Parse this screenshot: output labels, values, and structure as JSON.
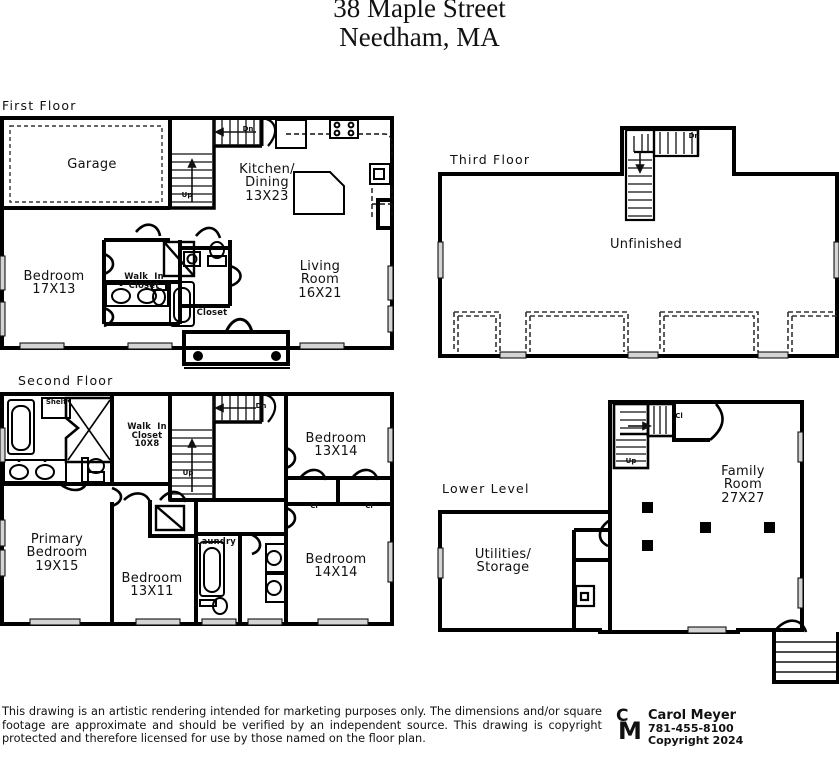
{
  "title": {
    "line1": "38 Maple Street",
    "line2": "Needham, MA"
  },
  "floors": [
    {
      "key": "first_floor",
      "caption": "First Floor",
      "rooms": [
        {
          "name": "Garage",
          "label": "Garage"
        },
        {
          "name": "Kitchen/Dining",
          "label": "Kitchen/\nDining\n13X23"
        },
        {
          "name": "Bedroom",
          "label": "Bedroom\n17X13"
        },
        {
          "name": "Living Room",
          "label": "Living\nRoom\n16X21"
        },
        {
          "name": "Walk In Closet",
          "label": "Walk  In\nCloset"
        },
        {
          "name": "Closet",
          "label": "Closet"
        }
      ],
      "stair_markers": [
        "Up",
        "Dn"
      ],
      "fixture_labels": [
        "W/D"
      ]
    },
    {
      "key": "second_floor",
      "caption": "Second Floor",
      "rooms": [
        {
          "name": "Primary Bedroom",
          "label": "Primary\nBedroom\n19X15"
        },
        {
          "name": "Bedroom 13X11",
          "label": "Bedroom\n13X11"
        },
        {
          "name": "Bedroom 13X14",
          "label": "Bedroom\n13X14"
        },
        {
          "name": "Bedroom 14X14",
          "label": "Bedroom\n14X14"
        },
        {
          "name": "Walk In Closet",
          "label": "Walk  In\nCloset\n10X8"
        },
        {
          "name": "Laundry",
          "label": "Laundry"
        },
        {
          "name": "Shelf",
          "label": "Shelf"
        },
        {
          "name": "Closet A",
          "label": "Cl"
        },
        {
          "name": "Closet B",
          "label": "Cl"
        }
      ],
      "stair_markers": [
        "Up",
        "Dn"
      ],
      "fixture_labels": [
        "W/D"
      ]
    },
    {
      "key": "third_floor",
      "caption": "Third Floor",
      "rooms": [
        {
          "name": "Unfinished",
          "label": "Unfinished"
        }
      ],
      "stair_markers": [
        "Dn"
      ],
      "fixture_labels": []
    },
    {
      "key": "lower_level",
      "caption": "Lower Level",
      "rooms": [
        {
          "name": "Family Room",
          "label": "Family\nRoom\n27X27"
        },
        {
          "name": "Utilities/Storage",
          "label": "Utilities/\nStorage"
        },
        {
          "name": "Closet",
          "label": "Cl"
        }
      ],
      "stair_markers": [
        "Up"
      ],
      "fixture_labels": []
    }
  ],
  "labels": {
    "first_floor_caption": "First Floor",
    "second_floor_caption": "Second Floor",
    "third_floor_caption": "Third Floor",
    "lower_level_caption": "Lower Level",
    "garage": "Garage",
    "kitchen_dining": "Kitchen/\nDining\n13X23",
    "ff_bedroom": "Bedroom\n17X13",
    "living_room": "Living\nRoom\n16X21",
    "ff_walk_in_closet": "Walk  In\nCloset",
    "ff_closet": "Closet",
    "ff_up": "Up",
    "ff_dn": "Dn",
    "ff_wd": "W/D",
    "sf_primary_bedroom": "Primary\nBedroom\n19X15",
    "sf_bedroom_13x11": "Bedroom\n13X11",
    "sf_bedroom_13x14": "Bedroom\n13X14",
    "sf_bedroom_14x14": "Bedroom\n14X14",
    "sf_walk_in_closet": "Walk  In\nCloset\n10X8",
    "sf_laundry": "Laundry",
    "sf_shelf": "Shelf",
    "sf_closet_a": "Cl",
    "sf_closet_b": "Cl",
    "sf_up": "Up",
    "sf_dn": "Dn",
    "sf_wd": "W/D",
    "tf_unfinished": "Unfinished",
    "tf_dn": "Dn",
    "ll_family_room": "Family\nRoom\n27X27",
    "ll_utilities_storage": "Utilities/\nStorage",
    "ll_closet": "Cl",
    "ll_up": "Up"
  },
  "footer": {
    "disclaimer": "This drawing is an artistic rendering intended for marketing purposes only.  The dimensions and/or square footage are approximate and should be verified by an independent source. This drawing is copyright protected and therefore licensed for use by those named on the floor plan.",
    "logo_monogram_top": "C",
    "logo_monogram_bottom": "M",
    "agent_name": "Carol Meyer",
    "agent_phone": "781-455-8100",
    "copyright": "Copyright 2024"
  },
  "colors": {
    "wall": "#000000",
    "thin_line": "#1a1a1a",
    "window_fill": "#d4d4d4",
    "paper": "#ffffff",
    "text": "#111111"
  }
}
